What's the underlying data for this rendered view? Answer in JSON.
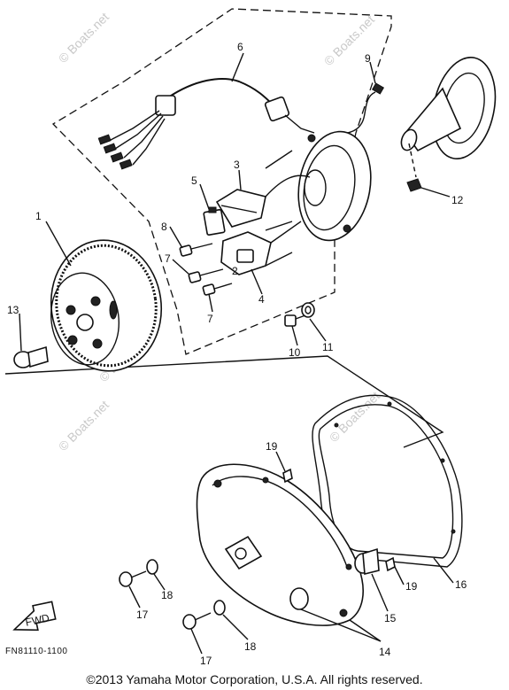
{
  "watermark": "© Boats.net",
  "callouts": {
    "c1": "1",
    "c2": "2",
    "c3": "3",
    "c4": "4",
    "c5": "5",
    "c6": "6",
    "c7a": "7",
    "c7b": "7",
    "c8": "8",
    "c9": "9",
    "c10": "10",
    "c11": "11",
    "c12": "12",
    "c13": "13",
    "c14": "14",
    "c15": "15",
    "c16": "16",
    "c17a": "17",
    "c17b": "17",
    "c18a": "18",
    "c18b": "18",
    "c19a": "19",
    "c19b": "19"
  },
  "fwd_label": "FWD",
  "figure_code": "FN81110-1100",
  "copyright": "©2013 Yamaha Motor Corporation, U.S.A. All rights reserved."
}
